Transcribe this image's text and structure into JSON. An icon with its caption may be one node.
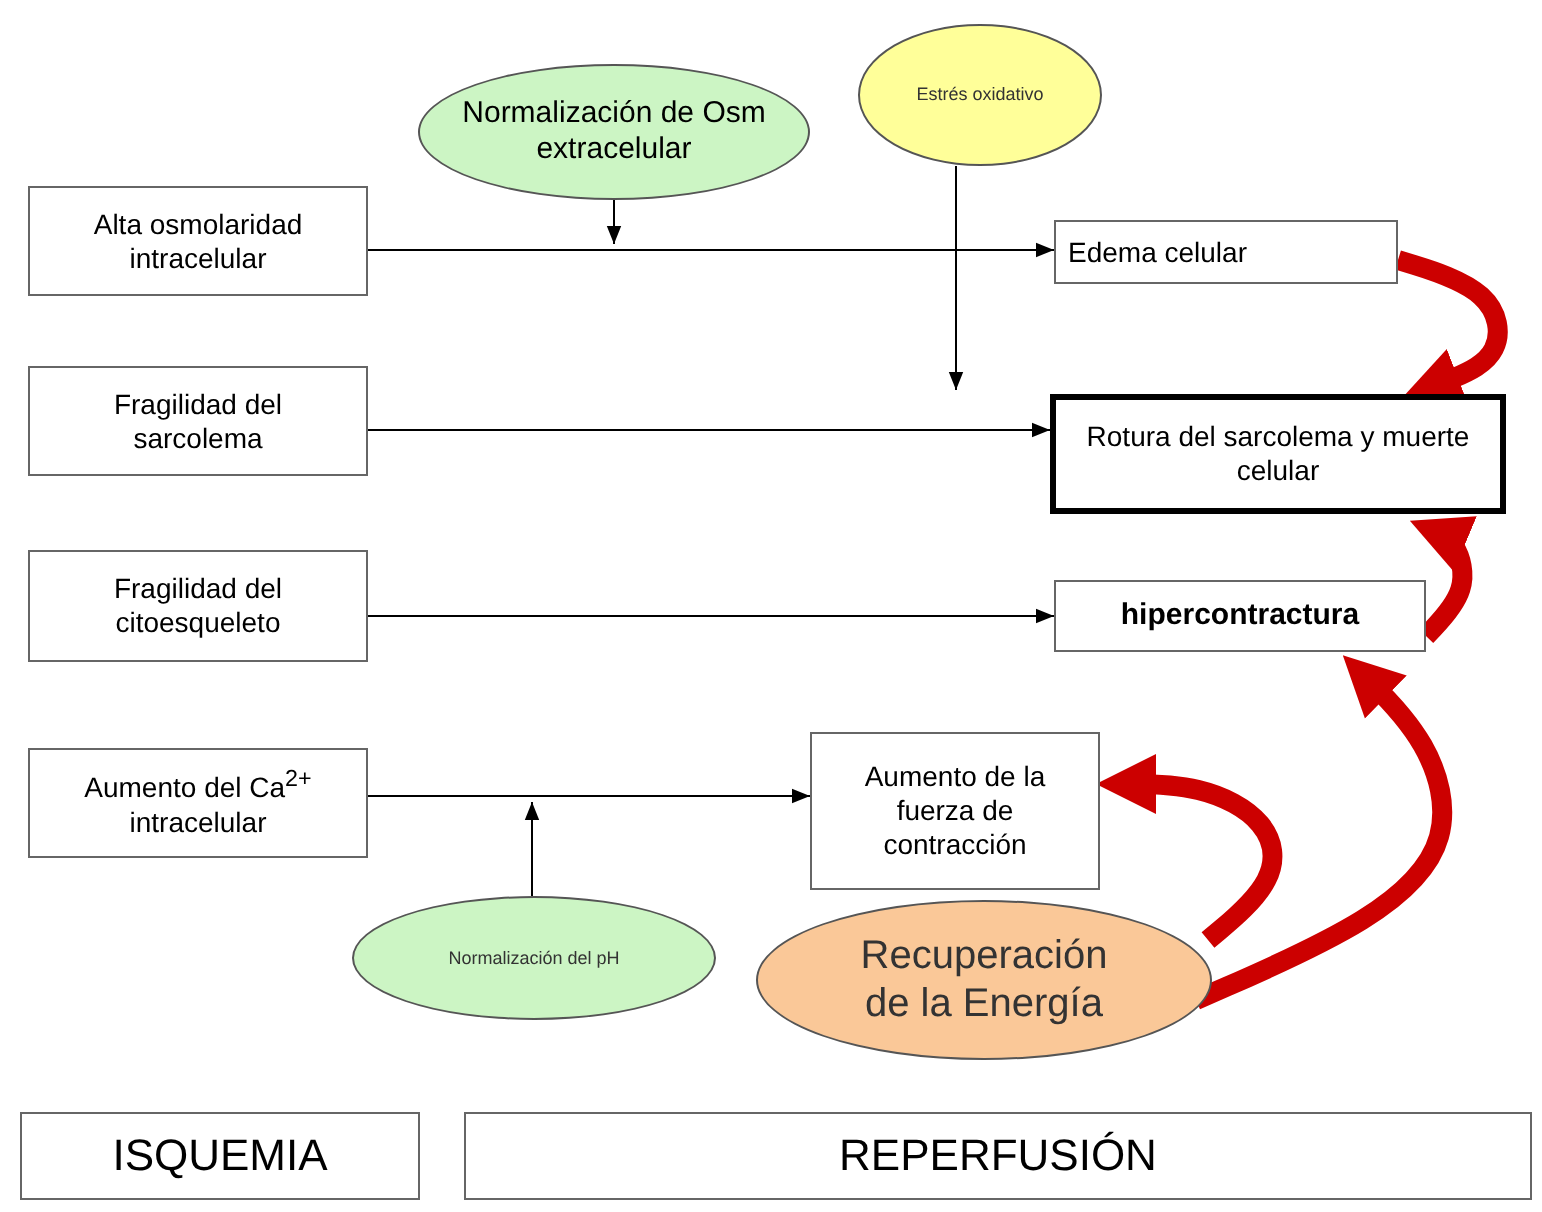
{
  "diagram": {
    "nodes": [
      {
        "text": [
          "Normalización de Osm extracelular"
        ]
      },
      {
        "text": [
          "Estrés oxidativo"
        ]
      },
      {
        "text": [
          "Alta osmolaridad intracelular"
        ]
      },
      {
        "text": [
          "Edema celular"
        ]
      },
      {
        "text": [
          "Fragilidad del sarcolema"
        ]
      },
      {
        "text": [
          "Rotura del sarcolema y muerte celular"
        ]
      },
      {
        "text": [
          "Fragilidad del citoesqueleto"
        ]
      },
      {
        "text": [
          "hipercontractura"
        ]
      },
      {
        "text": [
          "Aumento del Ca$^{2+}$ intracelular"
        ]
      },
      {
        "text": [
          "Aumento de la fuerza de contracción"
        ]
      },
      {
        "text": [
          "Normalización del pH"
        ]
      },
      {
        "text": [
          "Recuperación de la Energía"
        ]
      },
      {
        "text": [
          "ISQUEMIA"
        ]
      },
      {
        "text": [
          "REPERFUSIÓN"
        ]
      }
    ],
    "edges": [
      {
        "from": 2,
        "to": 3,
        "arrow": "to"
      },
      {
        "from": 0,
        "to": null,
        "arrow": "to"
      },
      {
        "from": 1,
        "to": null,
        "arrow": "to"
      },
      {
        "from": 4,
        "to": 5,
        "arrow": "to"
      },
      {
        "from": 6,
        "to": 7,
        "arrow": "to"
      },
      {
        "from": 8,
        "to": 9,
        "arrow": "to"
      },
      {
        "from": 10,
        "to": null,
        "arrow": "to"
      },
      {
        "from": 3,
        "to": 5,
        "arrow": "to",
        "style": "thick",
        "color": "#cc0000"
      },
      {
        "from": 7,
        "to": 5,
        "arrow": "to",
        "style": "thick",
        "color": "#cc0000"
      },
      {
        "from": 11,
        "to": 7,
        "arrow": "to",
        "style": "thick",
        "color": "#cc0000"
      },
      {
        "from": 11,
        "to": 9,
        "arrow": "to",
        "style": "thick",
        "color": "#cc0000"
      }
    ]
  }
}
